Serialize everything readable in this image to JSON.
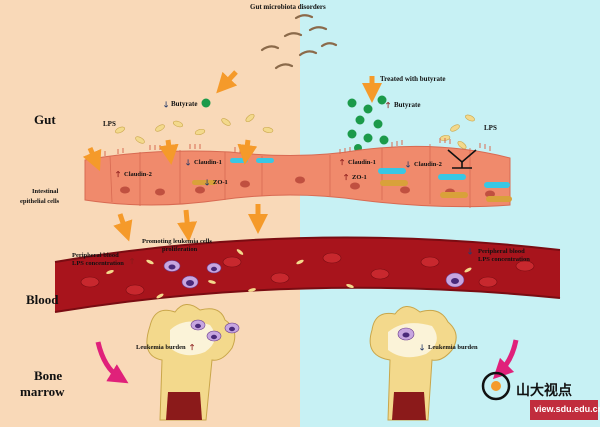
{
  "colors": {
    "left_bg": "#f9d9b8",
    "right_bg": "#c7f1f4",
    "cell": "#f08a6c",
    "cell_dark": "#d86a52",
    "blood": "#a8141c",
    "bone": "#f3d98c",
    "arrow": "#f59a2a",
    "butyrate": "#1b9a4a",
    "claudin": "#39c7e4",
    "zo": "#d9a13a"
  },
  "labels": {
    "top": "Gut microbiota disorders",
    "butyrate_left": "Butyrate",
    "treated": "Treated with butyrate",
    "butyrate_right": "Butyrate",
    "gut": "Gut",
    "lps_left": "LPS",
    "lps_right": "LPS",
    "claudin1_left": "Claudin-1",
    "claudin2_left": "Claudin-2",
    "zo1_left": "ZO-1",
    "claudin1_right": "Claudin-1",
    "claudin2_right": "Claudin-2",
    "zo1_right": "ZO-1",
    "intestinal_line1": "Intestinal",
    "intestinal_line2": "epithelial cells",
    "pblood_left_line1": "Peripheral blood",
    "pblood_left_line2": "LPS concentration",
    "promoting_line1": "Promoting leukemia cells",
    "promoting_line2": "proliferation",
    "pblood_right_line1": "Peripheral blood",
    "pblood_right_line2": "LPS concentration",
    "blood": "Blood",
    "bone_line1": "Bone",
    "bone_line2": "marrow",
    "burden_left": "Leukemia burden",
    "burden_right": "Leukemia burden"
  },
  "arrows": {
    "up": "🡑",
    "down": "🡓"
  },
  "watermark": {
    "brand": "山大视点",
    "url": "view.sdu.edu.cn"
  }
}
